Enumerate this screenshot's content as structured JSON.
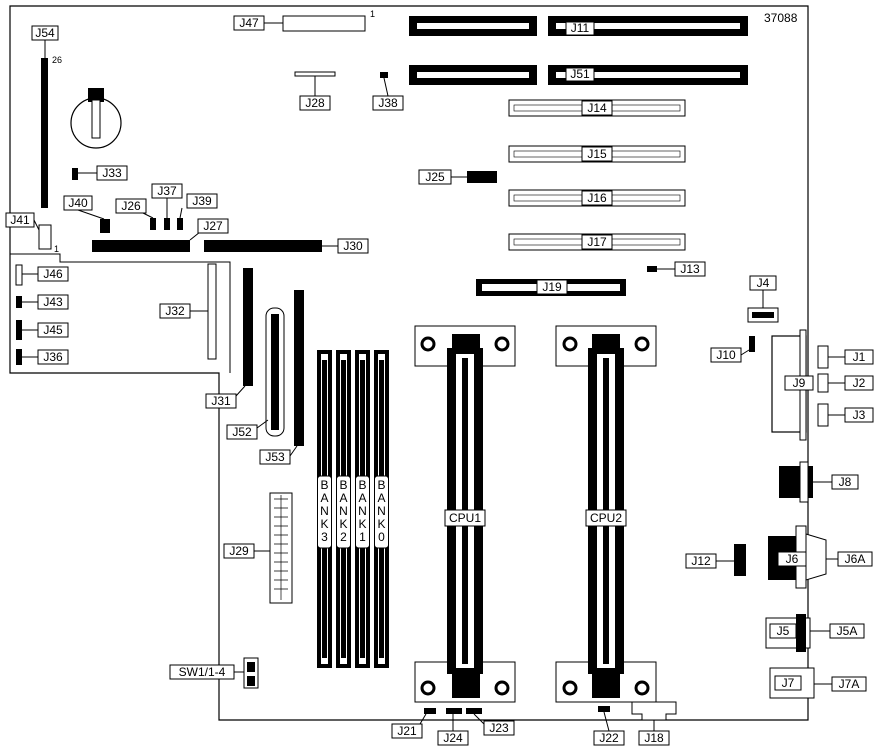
{
  "figure_id": "37088",
  "connectors": {
    "J1": "J1",
    "J2": "J2",
    "J3": "J3",
    "J4": "J4",
    "J5": "J5",
    "J5A": "J5A",
    "J6": "J6",
    "J6A": "J6A",
    "J7": "J7",
    "J7A": "J7A",
    "J8": "J8",
    "J9": "J9",
    "J10": "J10",
    "J11": "J11",
    "J12": "J12",
    "J13": "J13",
    "J14": "J14",
    "J15": "J15",
    "J16": "J16",
    "J17": "J17",
    "J18": "J18",
    "J19": "J19",
    "J21": "J21",
    "J22": "J22",
    "J23": "J23",
    "J24": "J24",
    "J25": "J25",
    "J26": "J26",
    "J27": "J27",
    "J28": "J28",
    "J29": "J29",
    "J30": "J30",
    "J31": "J31",
    "J32": "J32",
    "J33": "J33",
    "J36": "J36",
    "J37": "J37",
    "J38": "J38",
    "J39": "J39",
    "J40": "J40",
    "J41": "J41",
    "J43": "J43",
    "J45": "J45",
    "J46": "J46",
    "J47": "J47",
    "J51": "J51",
    "J52": "J52",
    "J53": "J53",
    "J54": "J54"
  },
  "switch": "SW1/1-4",
  "cpus": [
    "CPU1",
    "CPU2"
  ],
  "banks": [
    "BANK3",
    "BANK2",
    "BANK1",
    "BANK0"
  ],
  "pin_marks": {
    "j54_pin": "26",
    "j41_pin": "1",
    "j47_pin": "1"
  }
}
